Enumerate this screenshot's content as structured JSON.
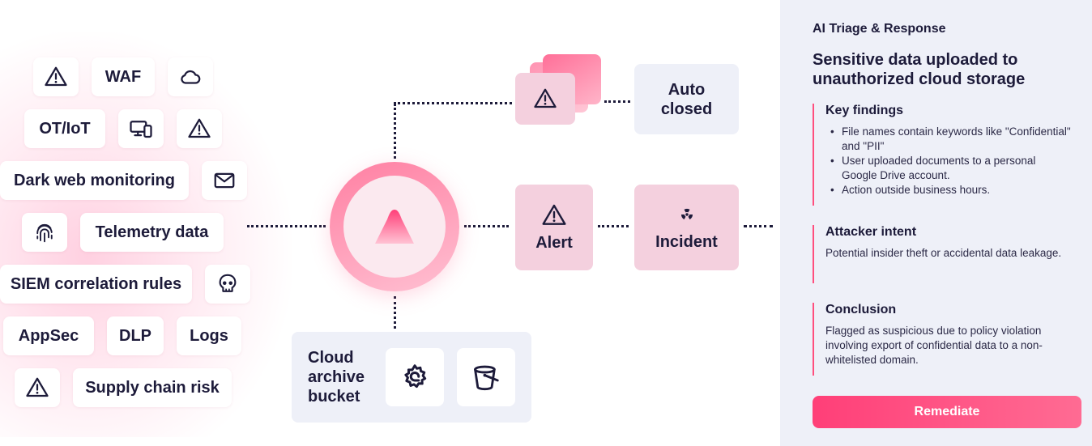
{
  "sources": {
    "waf": "WAF",
    "ot_iot": "OT/IoT",
    "dark_web": "Dark web monitoring",
    "telemetry": "Telemetry data",
    "siem": "SIEM correlation rules",
    "appsec": "AppSec",
    "dlp": "DLP",
    "logs": "Logs",
    "supply_chain": "Supply chain risk"
  },
  "flow": {
    "auto_closed": "Auto\nclosed",
    "alert": "Alert",
    "incident": "Incident",
    "cloud_archive": "Cloud\narchive\nbucket"
  },
  "panel": {
    "kicker": "AI Triage & Response",
    "title": "Sensitive data uploaded to unauthorized cloud storage",
    "key_findings": {
      "heading": "Key findings",
      "items": [
        "File names contain keywords like \"Confidential\" and \"PII\"",
        "User uploaded documents to a personal Google Drive account.",
        "Action outside business hours."
      ]
    },
    "attacker_intent": {
      "heading": "Attacker intent",
      "text": "Potential insider theft or accidental data leakage."
    },
    "conclusion": {
      "heading": "Conclusion",
      "text": "Flagged as suspicious due to policy violation involving export of confidential data to a non-whitelisted domain."
    },
    "button": "Remediate"
  },
  "colors": {
    "accent": "#ff4f7e",
    "ink": "#1d1b3a",
    "panel_bg": "#eef0f8",
    "card_pink": "#f4d0de"
  }
}
